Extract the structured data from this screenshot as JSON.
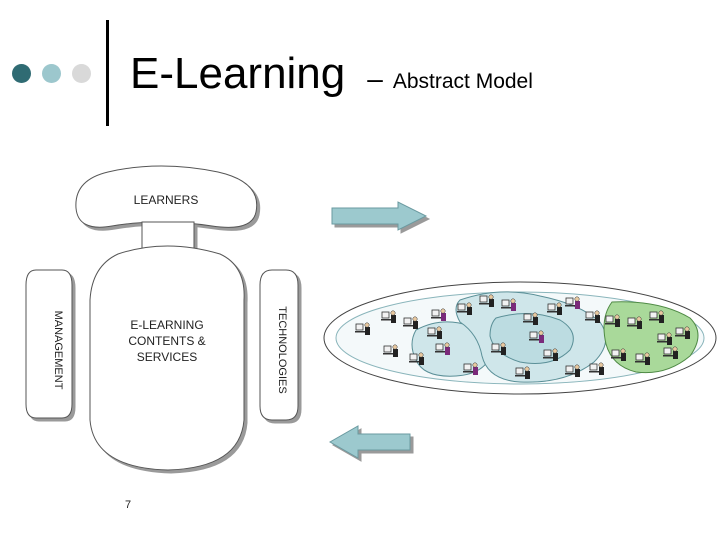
{
  "title": {
    "main": "E-Learning",
    "dash": "–",
    "subtitle": "Abstract Model"
  },
  "chair": {
    "learners_label": "LEARNERS",
    "management_label": "MANAGEMENT",
    "technologies_label": "TECHNOLOGIES",
    "center_label_lines": [
      "E-LEARNING",
      "CONTENTS &",
      "SERVICES"
    ]
  },
  "page_number": "7",
  "colors": {
    "dot_dark": "#2f6b73",
    "dot_mid": "#9cc7cd",
    "dot_light": "#d9d9d9",
    "arrow_fill": "#9cc9ce",
    "region_blue": "#cfe6ea",
    "region_green": "#a9d99a"
  },
  "network": {
    "icon": "person-at-computer-icon"
  }
}
